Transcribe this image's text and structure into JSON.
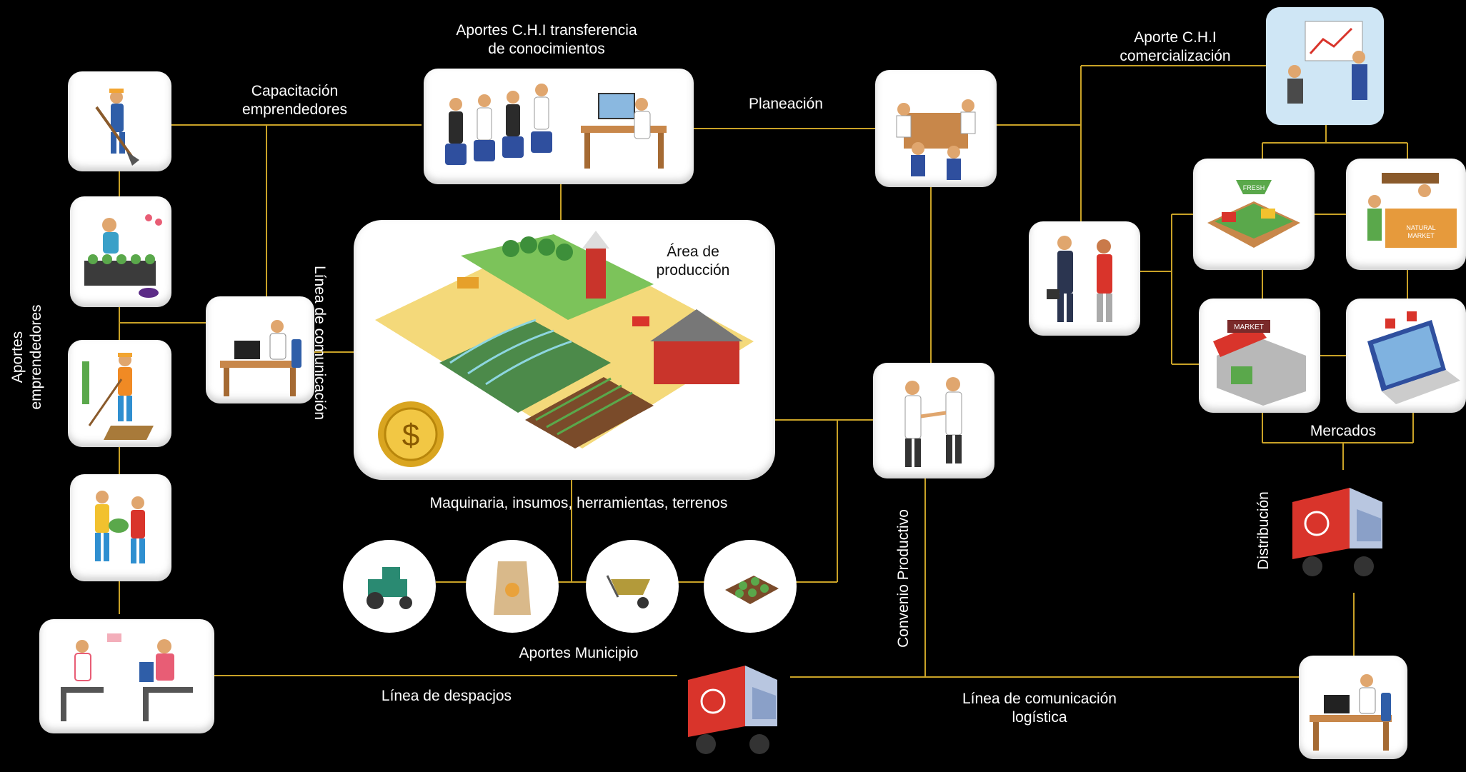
{
  "labels": {
    "aportes_chi_transferencia": "Aportes C.H.I transferencia\nde conocimientos",
    "capacitacion": "Capacitación\nemprendedores",
    "planeacion": "Planeación",
    "aporte_chi_comercializacion": "Aporte C.H.I\ncomercialización",
    "area_produccion": "Área de\nproducción",
    "linea_comunicacion": "Línea de comunicación",
    "aportes_emprendedores": "Aportes\nemprendedores",
    "maquinaria": "Maquinaria, insumos, herramientas, terrenos",
    "aportes_municipio": "Aportes Municipio",
    "linea_despacjos": "Línea de despacjos",
    "convenio_productivo": "Convenio Productivo",
    "linea_comunicacion_logistica": "Línea de comunicación\nlogística",
    "mercados": "Mercados",
    "distribucion": "Distribución"
  },
  "signs": {
    "market": "MARKET",
    "fresh": "FRESH",
    "natural": "NATURAL\nMARKET",
    "dollar": "$"
  },
  "colors": {
    "line": "#c9a227",
    "background": "#000000"
  }
}
